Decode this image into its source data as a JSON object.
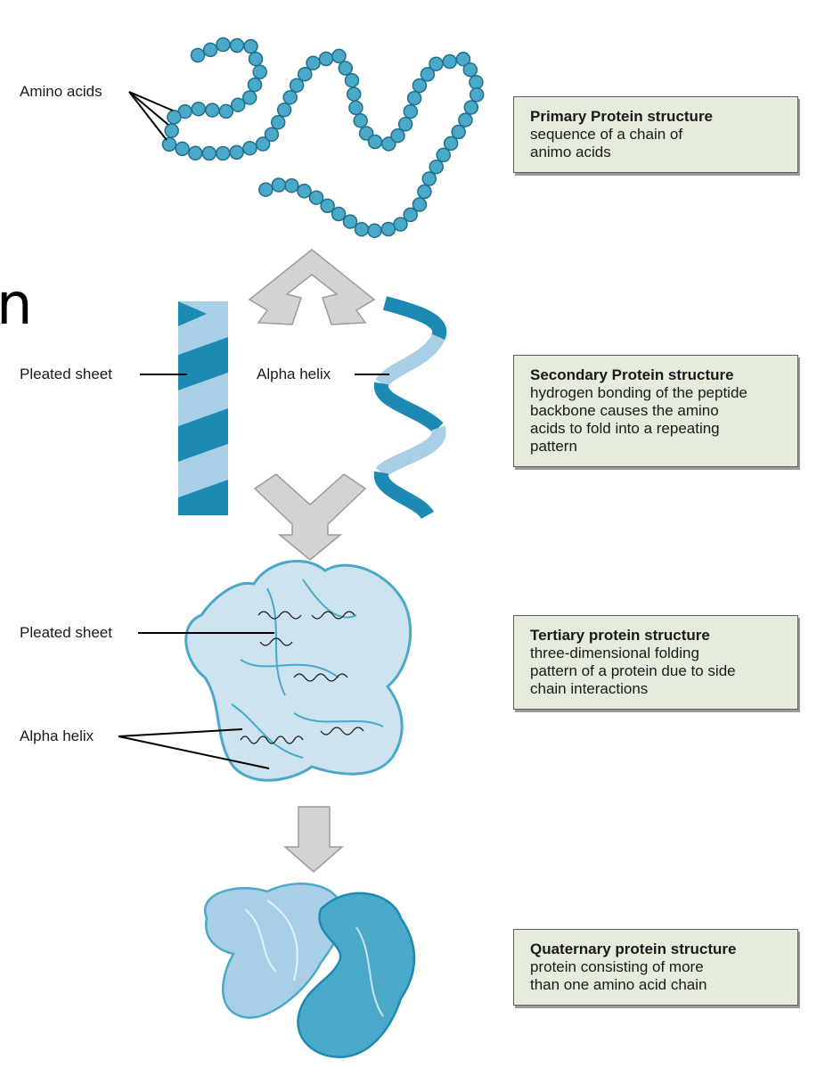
{
  "labels": {
    "amino_acids": "Amino acids",
    "pleated_sheet_secondary": "Pleated sheet",
    "alpha_helix_secondary": "Alpha helix",
    "pleated_sheet_tertiary": "Pleated sheet",
    "alpha_helix_tertiary": "Alpha helix"
  },
  "edge_glyph": "n",
  "boxes": {
    "primary": {
      "title": "Primary Protein structure",
      "lines": [
        "sequence of a chain of",
        "animo acids"
      ]
    },
    "secondary": {
      "title": "Secondary Protein structure",
      "lines": [
        "hydrogen bonding of the peptide",
        "backbone causes the amino",
        "acids to fold into a repeating",
        "pattern"
      ]
    },
    "tertiary": {
      "title": "Tertiary protein structure",
      "lines": [
        "three-dimensional folding",
        "pattern of a protein due to side",
        "chain interactions"
      ]
    },
    "quaternary": {
      "title": "Quaternary protein structure",
      "lines": [
        "protein consisting of more",
        "than one amino acid chain"
      ]
    }
  },
  "colors": {
    "bead": "#4aa8c9",
    "bead_stroke": "#1f6f8c",
    "dark_blue": "#1d8ab3",
    "light_blue": "#a9cfe6",
    "pale_blue": "#cde3f0",
    "arrow_gray": "#d3d3d3",
    "box_fill": "#e6ecdc"
  }
}
